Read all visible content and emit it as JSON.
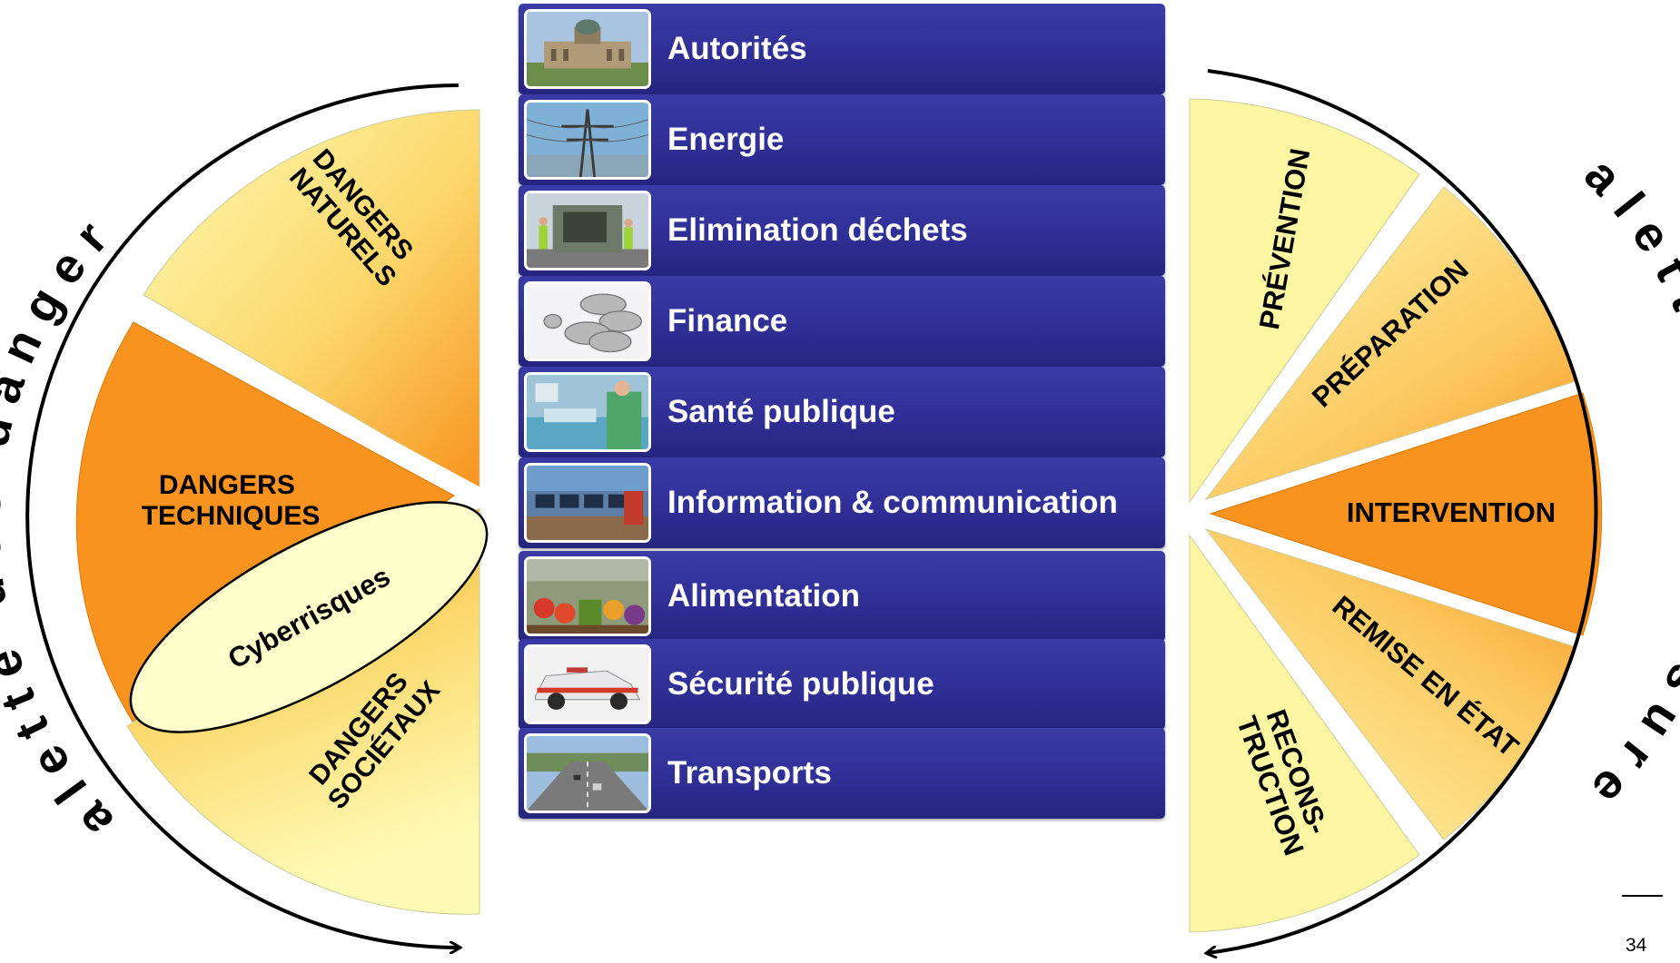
{
  "colors": {
    "sector_bg": "#2f2f96",
    "pale_yellow": "#fdfab0",
    "orange": "#f7931e",
    "light_orange": "#fbc15b",
    "oval_fill": "#ffffcc"
  },
  "hazards": {
    "title": "Palette des dangers",
    "natural": {
      "line1": "DANGERS",
      "line2": "NATURELS"
    },
    "technical": {
      "line1": "DANGERS",
      "line2": "TECHNIQUES"
    },
    "societal": {
      "line1": "DANGERS",
      "line2": "SOCIÉTAUX"
    },
    "cyber": "Cyberrisques"
  },
  "measures": {
    "title": "Palette des mesures",
    "prevention": "PRÉVENTION",
    "preparation": "PRÉPARATION",
    "intervention": "INTERVENTION",
    "remise": "REMISE EN ÉTAT",
    "reconstruction": {
      "line1": "RECONS-",
      "line2": "TRUCTION"
    }
  },
  "sectors": [
    {
      "label": "Autorités",
      "icon": "parliament-building-photo"
    },
    {
      "label": "Energie",
      "icon": "power-pylon-photo"
    },
    {
      "label": "Elimination déchets",
      "icon": "garbage-truck-photo"
    },
    {
      "label": "Finance",
      "icon": "coins-photo"
    },
    {
      "label": "Santé publique",
      "icon": "surgery-photo"
    },
    {
      "label": "Information & communication",
      "icon": "control-room-photo"
    },
    {
      "label": "Alimentation",
      "icon": "vegetables-photo"
    },
    {
      "label": "Sécurité publique",
      "icon": "police-car-photo"
    },
    {
      "label": "Transports",
      "icon": "highway-photo"
    }
  ],
  "page_number": "34"
}
